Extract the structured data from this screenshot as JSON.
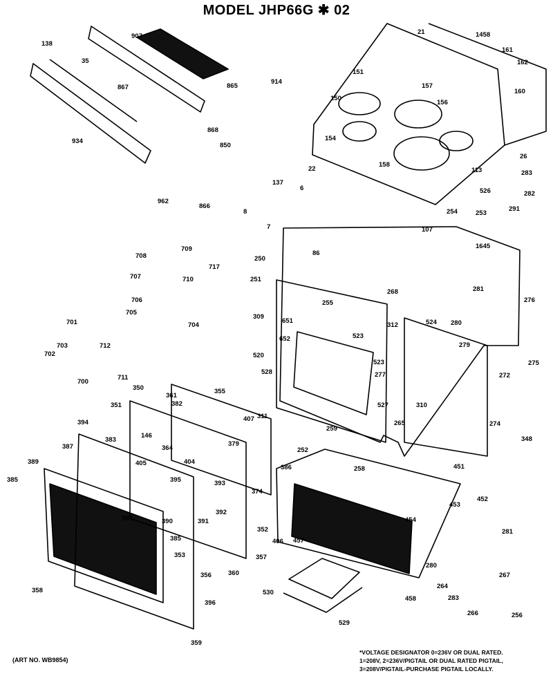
{
  "title": "MODEL JHP66G ✱ 02",
  "art_number": "(ART NO. WB9854)",
  "voltage_note": [
    "*VOLTAGE DESIGNATOR 0=236V OR DUAL RATED.",
    "1=208V, 2=236V/PIGTAIL OR DUAL RATED PIGTAIL,",
    "3=208V/PIGTAIL-PURCHASE PIGTAIL LOCALLY."
  ],
  "part_numbers": [
    "138",
    "907",
    "35",
    "867",
    "934",
    "865",
    "914",
    "868",
    "850",
    "962",
    "866",
    "21",
    "1458",
    "161",
    "162",
    "160",
    "151",
    "157",
    "150",
    "156",
    "154",
    "158",
    "26",
    "113",
    "22",
    "137",
    "6",
    "283",
    "282",
    "526",
    "291",
    "254",
    "253",
    "107",
    "1645",
    "8",
    "7",
    "86",
    "250",
    "268",
    "251",
    "281",
    "276",
    "708",
    "709",
    "707",
    "710",
    "717",
    "706",
    "705",
    "704",
    "701",
    "702",
    "703",
    "712",
    "700",
    "711",
    "309",
    "255",
    "651",
    "652",
    "523",
    "520",
    "528",
    "524",
    "280",
    "279",
    "523",
    "312",
    "277",
    "272",
    "275",
    "274",
    "348",
    "311",
    "527",
    "310",
    "265",
    "259",
    "252",
    "258",
    "350",
    "355",
    "361",
    "351",
    "382",
    "407",
    "394",
    "387",
    "383",
    "146",
    "379",
    "364",
    "389",
    "405",
    "404",
    "395",
    "385",
    "393",
    "392",
    "391",
    "374",
    "384",
    "390",
    "385",
    "353",
    "352",
    "406",
    "357",
    "386",
    "451",
    "453",
    "452",
    "457",
    "454",
    "281",
    "280",
    "264",
    "283",
    "267",
    "266",
    "256",
    "358",
    "356",
    "360",
    "396",
    "359",
    "530",
    "529",
    "458"
  ]
}
